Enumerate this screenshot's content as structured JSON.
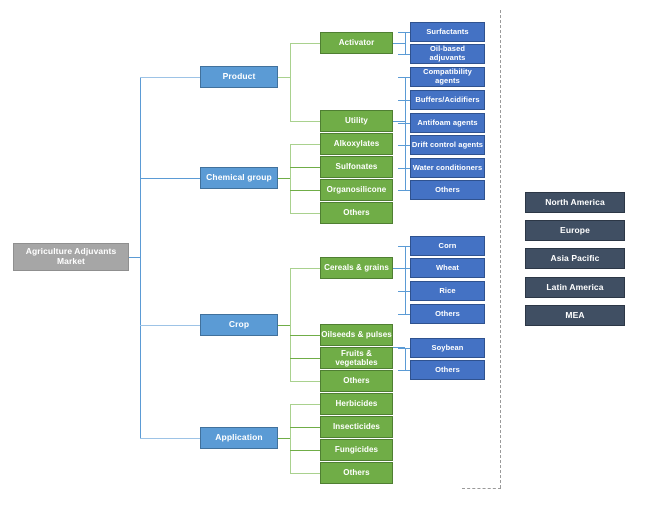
{
  "diagram": {
    "title": "Agriculture Adjuvants Market",
    "type": "market-segmentation-tree",
    "colors": {
      "root": "#a6a6a6",
      "level1": "#5b9bd5",
      "level2": "#70ad47",
      "level3": "#4472c4",
      "region": "#404f63"
    },
    "root": {
      "label": "Agriculture Adjuvants Market"
    },
    "segments": [
      {
        "label": "Product"
      },
      {
        "label": "Chemical group"
      },
      {
        "label": "Crop"
      },
      {
        "label": "Application"
      }
    ],
    "product_children": [
      {
        "label": "Activator"
      },
      {
        "label": "Utility"
      }
    ],
    "activator_children": [
      {
        "label": "Surfactants"
      },
      {
        "label": "Oil-based adjuvants"
      }
    ],
    "utility_children": [
      {
        "label": "Compatibility agents"
      },
      {
        "label": "Buffers/Acidifiers"
      },
      {
        "label": "Antifoam agents"
      },
      {
        "label": "Drift control agents"
      },
      {
        "label": "Water conditioners"
      },
      {
        "label": "Others"
      }
    ],
    "chemical_group_children": [
      {
        "label": "Alkoxylates"
      },
      {
        "label": "Sulfonates"
      },
      {
        "label": "Organosilicone"
      },
      {
        "label": "Others"
      }
    ],
    "crop_children": [
      {
        "label": "Cereals & grains"
      },
      {
        "label": "Oilseeds & pulses"
      },
      {
        "label": "Fruits & vegetables"
      },
      {
        "label": "Others"
      }
    ],
    "cereals_children": [
      {
        "label": "Corn"
      },
      {
        "label": "Wheat"
      },
      {
        "label": "Rice"
      },
      {
        "label": "Others"
      }
    ],
    "oilseeds_children": [
      {
        "label": "Soybean"
      },
      {
        "label": "Others"
      }
    ],
    "application_children": [
      {
        "label": "Herbicides"
      },
      {
        "label": "Insecticides"
      },
      {
        "label": "Fungicides"
      },
      {
        "label": "Others"
      }
    ],
    "regions": [
      {
        "label": "North America"
      },
      {
        "label": "Europe"
      },
      {
        "label": "Asia Pacific"
      },
      {
        "label": "Latin America"
      },
      {
        "label": "MEA"
      }
    ]
  }
}
